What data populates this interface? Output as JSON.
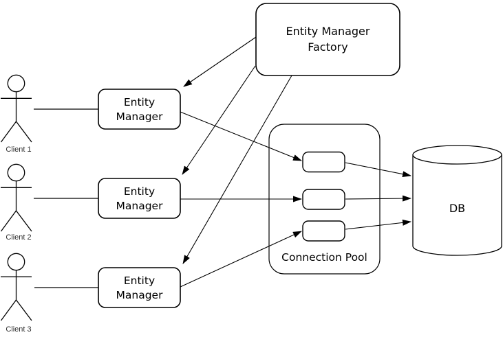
{
  "diagram": {
    "type": "architecture-diagram",
    "colors": {
      "background": "#ffffff",
      "stroke": "#000000",
      "node_fill": "#ffffff",
      "label": "#000000",
      "client_label": "#2e2e2e"
    },
    "factory": {
      "label": "Entity Manager\nFactory"
    },
    "entity_managers": [
      {
        "label": "Entity\nManager"
      },
      {
        "label": "Entity\nManager"
      },
      {
        "label": "Entity\nManager"
      }
    ],
    "connection_pool": {
      "label": "Connection Pool",
      "slot_count": 3
    },
    "db": {
      "label": "DB"
    },
    "clients": [
      {
        "label": "Client 1"
      },
      {
        "label": "Client 2"
      },
      {
        "label": "Client 3"
      }
    ],
    "edges": [
      {
        "from": "Entity Manager Factory",
        "to": "Entity Manager 1",
        "arrow": true
      },
      {
        "from": "Entity Manager Factory",
        "to": "Entity Manager 2",
        "arrow": true
      },
      {
        "from": "Entity Manager Factory",
        "to": "Entity Manager 3",
        "arrow": true
      },
      {
        "from": "Client 1",
        "to": "Entity Manager 1",
        "arrow": false
      },
      {
        "from": "Client 2",
        "to": "Entity Manager 2",
        "arrow": false
      },
      {
        "from": "Client 3",
        "to": "Entity Manager 3",
        "arrow": false
      },
      {
        "from": "Entity Manager 1",
        "to": "Connection Pool slot 1",
        "arrow": true
      },
      {
        "from": "Entity Manager 2",
        "to": "Connection Pool slot 2",
        "arrow": true
      },
      {
        "from": "Entity Manager 3",
        "to": "Connection Pool slot 3",
        "arrow": true
      },
      {
        "from": "Connection Pool slot 1",
        "to": "DB",
        "arrow": true
      },
      {
        "from": "Connection Pool slot 2",
        "to": "DB",
        "arrow": true
      },
      {
        "from": "Connection Pool slot 3",
        "to": "DB",
        "arrow": true
      }
    ]
  }
}
